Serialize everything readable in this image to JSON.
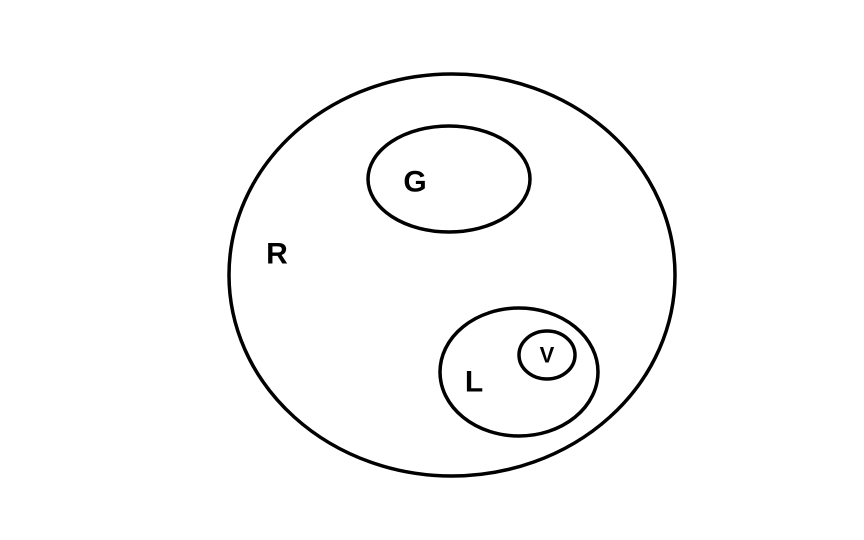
{
  "diagram": {
    "type": "euler-diagram",
    "stroke_color": "#000000",
    "background_color": "#ffffff",
    "sets": [
      {
        "id": "R",
        "label": "R",
        "contains": [
          "G",
          "L"
        ]
      },
      {
        "id": "G",
        "label": "G",
        "contains": []
      },
      {
        "id": "L",
        "label": "L",
        "contains": [
          "V"
        ]
      },
      {
        "id": "V",
        "label": "V",
        "contains": []
      }
    ]
  }
}
